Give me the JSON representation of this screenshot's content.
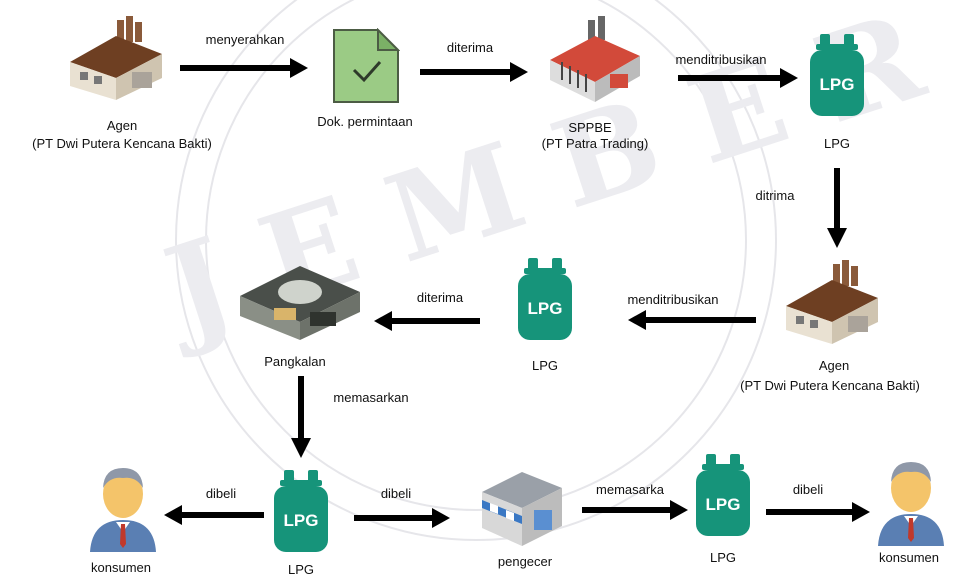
{
  "nodes": {
    "agen_top": {
      "name": "Agen",
      "sub": "(PT Dwi Putera Kencana Bakti)"
    },
    "dok": {
      "name": "Dok. permintaan"
    },
    "sppbe": {
      "name": "SPPBE",
      "sub": "(PT Patra Trading)"
    },
    "lpg1": {
      "name": "LPG",
      "tank_text": "LPG"
    },
    "agen_mid": {
      "name": "Agen",
      "sub": "(PT Dwi Putera Kencana Bakti)"
    },
    "lpg2": {
      "name": "LPG",
      "tank_text": "LPG"
    },
    "pangkalan": {
      "name": "Pangkalan"
    },
    "lpg3": {
      "name": "LPG",
      "tank_text": "LPG"
    },
    "konsumen_left": {
      "name": "konsumen"
    },
    "pengecer": {
      "name": "pengecer"
    },
    "lpg4": {
      "name": "LPG",
      "tank_text": "LPG"
    },
    "konsumen_right": {
      "name": "konsumen"
    }
  },
  "edges": {
    "e1": "menyerahkan",
    "e2": "diterima",
    "e3": "menditribusikan",
    "e4": "ditrima",
    "e5": "menditribusikan",
    "e6": "diterima",
    "e7": "memasarkan",
    "e8": "dibeli",
    "e9": "dibeli",
    "e10": "memasarka",
    "e11": "dibeli"
  },
  "colors": {
    "lpg_tank": "#16947a",
    "document": "#9bcb85",
    "roof": "#7a4a2a",
    "arrow": "#000000"
  }
}
